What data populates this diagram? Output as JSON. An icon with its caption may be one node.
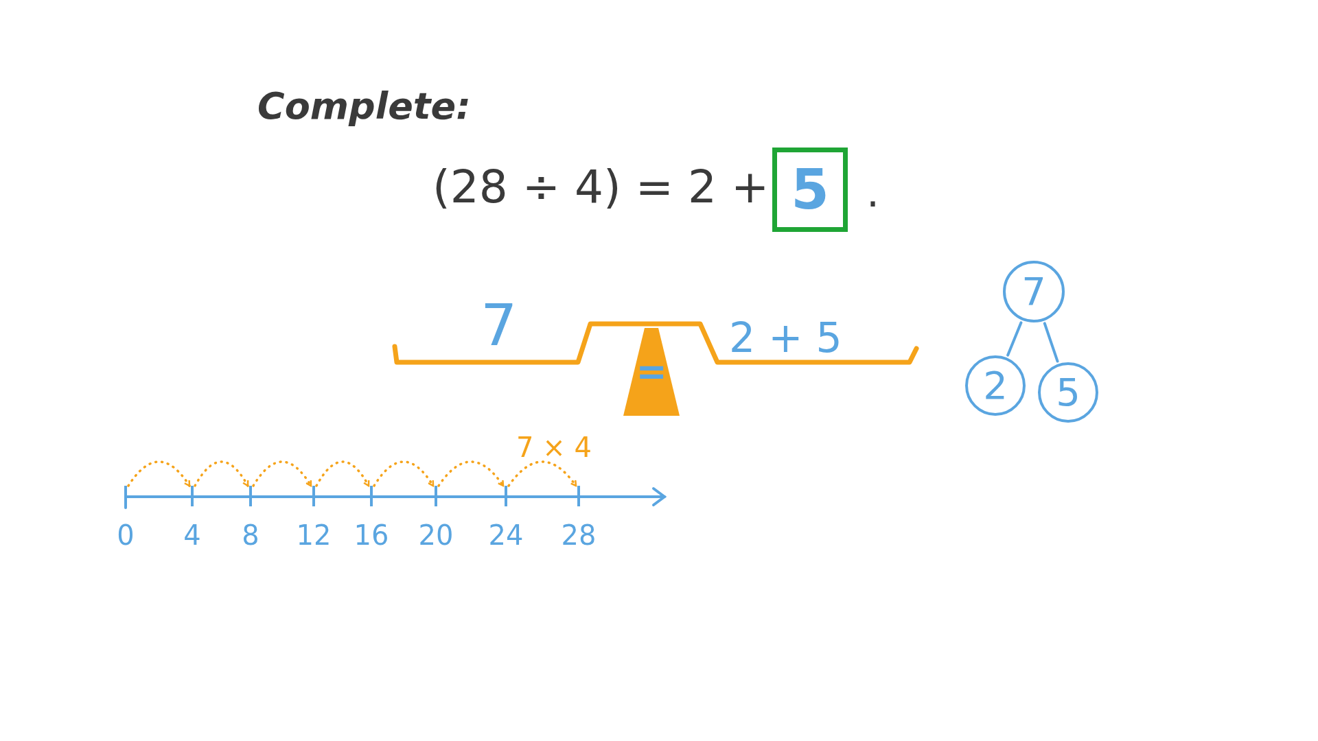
{
  "diagram": {
    "title": "Complete:",
    "nodes": [
      {
        "text": [
          "5"
        ]
      },
      {
        "text": [
          "7"
        ]
      },
      {
        "text": [
          "2"
        ]
      },
      {
        "text": [
          "5"
        ]
      },
      {
        "text": [
          "0"
        ]
      },
      {
        "text": [
          "4"
        ]
      },
      {
        "text": [
          "8"
        ]
      },
      {
        "text": [
          "12"
        ]
      },
      {
        "text": [
          "16"
        ]
      },
      {
        "text": [
          "20"
        ]
      },
      {
        "text": [
          "24"
        ]
      },
      {
        "text": [
          "28"
        ]
      },
      {
        "text": [
          "="
        ]
      }
    ],
    "edges": [
      {
        "from": 1,
        "to": 2,
        "arrow": "none",
        "color": "#5aa5e0"
      },
      {
        "from": 1,
        "to": 3,
        "arrow": "none",
        "color": "#5aa5e0"
      },
      {
        "from": 4,
        "to": 5,
        "arrow": "to",
        "style": "dashed"
      },
      {
        "from": 5,
        "to": 6,
        "arrow": "to",
        "style": "dashed"
      },
      {
        "from": 6,
        "to": 7,
        "arrow": "to",
        "style": "dashed"
      },
      {
        "from": 7,
        "to": 8,
        "arrow": "to",
        "style": "dashed"
      },
      {
        "from": 8,
        "to": 9,
        "arrow": "to",
        "style": "dashed"
      },
      {
        "from": 9,
        "to": 10,
        "arrow": "to",
        "style": "dashed"
      },
      {
        "from": 10,
        "to": 11,
        "arrow": "to",
        "style": "dashed"
      }
    ],
    "labels": [
      "(28 ÷ 4) = 2 +",
      ".",
      "7",
      "2 + 5",
      "7 × 4"
    ]
  }
}
